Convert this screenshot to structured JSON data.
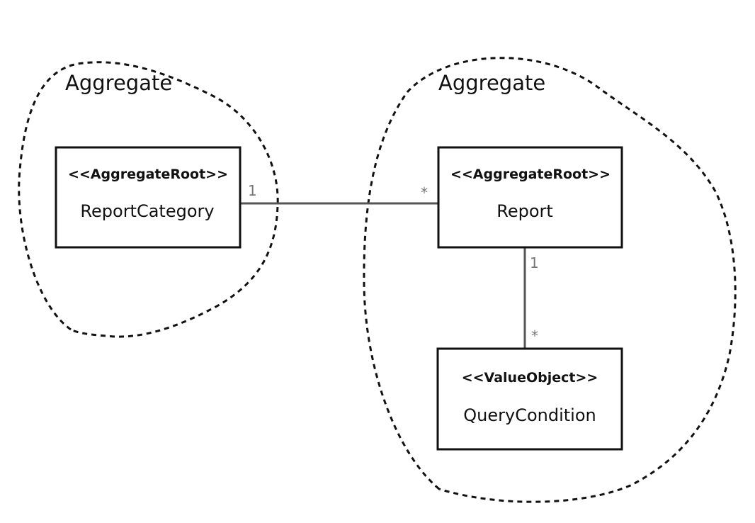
{
  "aggregates": [
    {
      "label": "Aggregate",
      "classes": [
        {
          "stereotype": "<<AggregateRoot>>",
          "name": "ReportCategory"
        }
      ]
    },
    {
      "label": "Aggregate",
      "classes": [
        {
          "stereotype": "<<AggregateRoot>>",
          "name": "Report"
        },
        {
          "stereotype": "<<ValueObject>>",
          "name": "QueryCondition"
        }
      ]
    }
  ],
  "associations": [
    {
      "from": "ReportCategory",
      "to": "Report",
      "from_multiplicity": "1",
      "to_multiplicity": "*"
    },
    {
      "from": "Report",
      "to": "QueryCondition",
      "from_multiplicity": "1",
      "to_multiplicity": "*"
    }
  ],
  "colors": {
    "line": "#111111",
    "association": "#555555",
    "multiplicity": "#777777"
  }
}
